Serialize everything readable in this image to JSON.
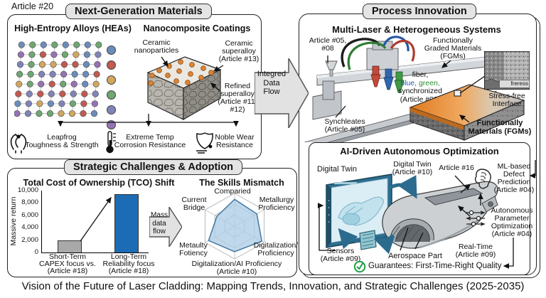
{
  "caption": "Vision of the Future of Laser Cladding: Mapping Trends, Innovation, and Strategic Challenges (2025-2035)",
  "article_tag": "Article #20",
  "materials_panel": {
    "title": "Next-Generation Materials",
    "hea": {
      "title": "High-Entropy Alloys (HEAs)",
      "legend_colors": [
        "#6b8cba",
        "#c05a52",
        "#d2a661",
        "#6fa671",
        "#8084b8",
        "#9573b3"
      ]
    },
    "nano": {
      "title": "Nanocomposite Coatings",
      "label_nanoparticles": "Ceramic\nnanoparticles",
      "label_superalloy": "Ceramic\nsuperalloy\n(Article #13)",
      "label_refined": "Refined\nsuperalloy\n(Article #11,\n#12)"
    },
    "benefits": [
      {
        "icon": "strength-icon",
        "label": "Leapfrog\nToughness & Strength"
      },
      {
        "icon": "thermometer-icon",
        "label": "Extreme Temp\nCorrosion Resistance"
      },
      {
        "icon": "shield-icon",
        "label": "Noble Wear\nResistance"
      }
    ]
  },
  "integrated_flow_arrow": "Integred\nData\nFlow",
  "strategic_panel": {
    "title": "Strategic Challenges & Adoption",
    "mass_flow_arrow": "Mass\ndata\nflow"
  },
  "process_panel": {
    "title": "Process Innovation",
    "subtitle": "Multi-Laser & Heterogeneous Systems",
    "label_article_0508": "Article #05,\n#08",
    "label_fgm_graded": "Functionally\nGraded Materials\n(FGMs)",
    "laser_line1": "fiber,",
    "laser_blue": "blue,",
    "laser_green": "green,",
    "laser_line3": "synchronized",
    "laser_line4": "(Article #02)",
    "laser_colors": {
      "blue": "#2456b8",
      "green": "#2f8b33"
    },
    "label_synchleates": "Synchleates\n(Article #05)",
    "inset_tag": "freress",
    "label_stress_free": "Stress-free\nInterface",
    "label_fgm_bold": "Functionally\nMaterials (FGMs)"
  },
  "ai_panel": {
    "title": "AI-Driven Autonomous Optimization",
    "label_digital_twin": "Digital Twin",
    "label_digital_twin2": "Digital Twin\n(Article #10)",
    "label_article16": "Article #16",
    "label_ml": "ML-based\nDefect\nPrediction\n(Article #04)",
    "label_auto": "Autonomous\nParameter\nOptimization\n(Article #04)",
    "label_sensors": "Sensors\n(Article #09)",
    "label_aerospace": "Aerospace Part",
    "label_realtime": "Real-Time\n(Article #09)",
    "label_guarantee": "Guarantees: First-Time-Right Quality",
    "check_color": "#1e9e45"
  },
  "chart_data": [
    {
      "type": "bar",
      "title": "Total Cost of Ownership (TCO) Shift",
      "ylabel": "Massive return",
      "ylim": [
        0,
        10000
      ],
      "yticks": [
        "10,000",
        "8,000",
        "6,000",
        "4,000",
        "2,000",
        "0"
      ],
      "categories": [
        "Short-Term\nCAPEX focus vs.\n(Article #18)",
        "Long-Term\nReliability focus\n(Article #18)"
      ],
      "values": [
        1800,
        9300
      ],
      "bar_colors": [
        "#a9a9a9",
        "#1b6cb5"
      ],
      "annotation": "arrow from short-term bar top to long-term bar top",
      "grid": false
    },
    {
      "type": "radar",
      "title": "The Skills Mismatch",
      "axes": [
        "Comparied",
        "Metallurgy\nProficiency",
        "Digitalization/\nProficiency",
        "Digitalization/AI Proficiency\n(Article #10)",
        "Metaulty\nFotiency",
        "Current\nBridge"
      ],
      "values": [
        8.2,
        7.5,
        9.2,
        7.8,
        8.8,
        6.0
      ],
      "max": 10,
      "grid_levels": 3,
      "fill": "#aecde6",
      "stroke": "#4a7fa8"
    }
  ]
}
